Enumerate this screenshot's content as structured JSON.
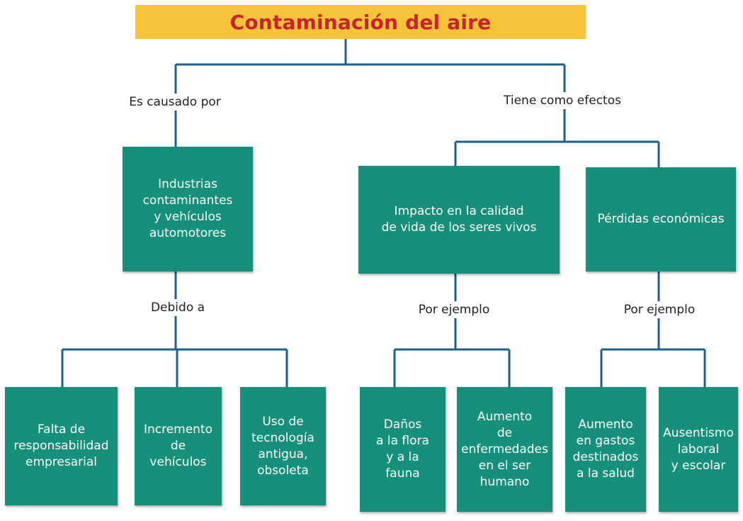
{
  "title": "Contaminación del aire",
  "colors": {
    "title_bg": "#f6c33a",
    "title_text": "#c8232c",
    "box": "#16907a",
    "line": "#1f5f8b"
  },
  "links": {
    "cause": "Es causado por",
    "effects": "Tiene como efectos",
    "due_to": "Debido a",
    "example_left": "Por ejemplo",
    "example_right": "Por ejemplo"
  },
  "nodes": {
    "cause": "Industrias\ncontaminantes\ny vehículos\nautomotores",
    "effect_quality": "Impacto en la calidad\nde vida de los seres vivos",
    "effect_economic": "Pérdidas económicas",
    "reason_1": "Falta de\nresponsabilidad\nempresarial",
    "reason_2": "Incremento\nde\nvehículos",
    "reason_3": "Uso de\ntecnología\nantigua,\nobsoleta",
    "example_1": "Daños\na la flora\ny a la\nfauna",
    "example_2": "Aumento\nde\nenfermedades\nen el ser\nhumano",
    "example_3": "Aumento\nen gastos\ndestinados\na la salud",
    "example_4": "Ausentismo\nlaboral\ny escolar"
  }
}
